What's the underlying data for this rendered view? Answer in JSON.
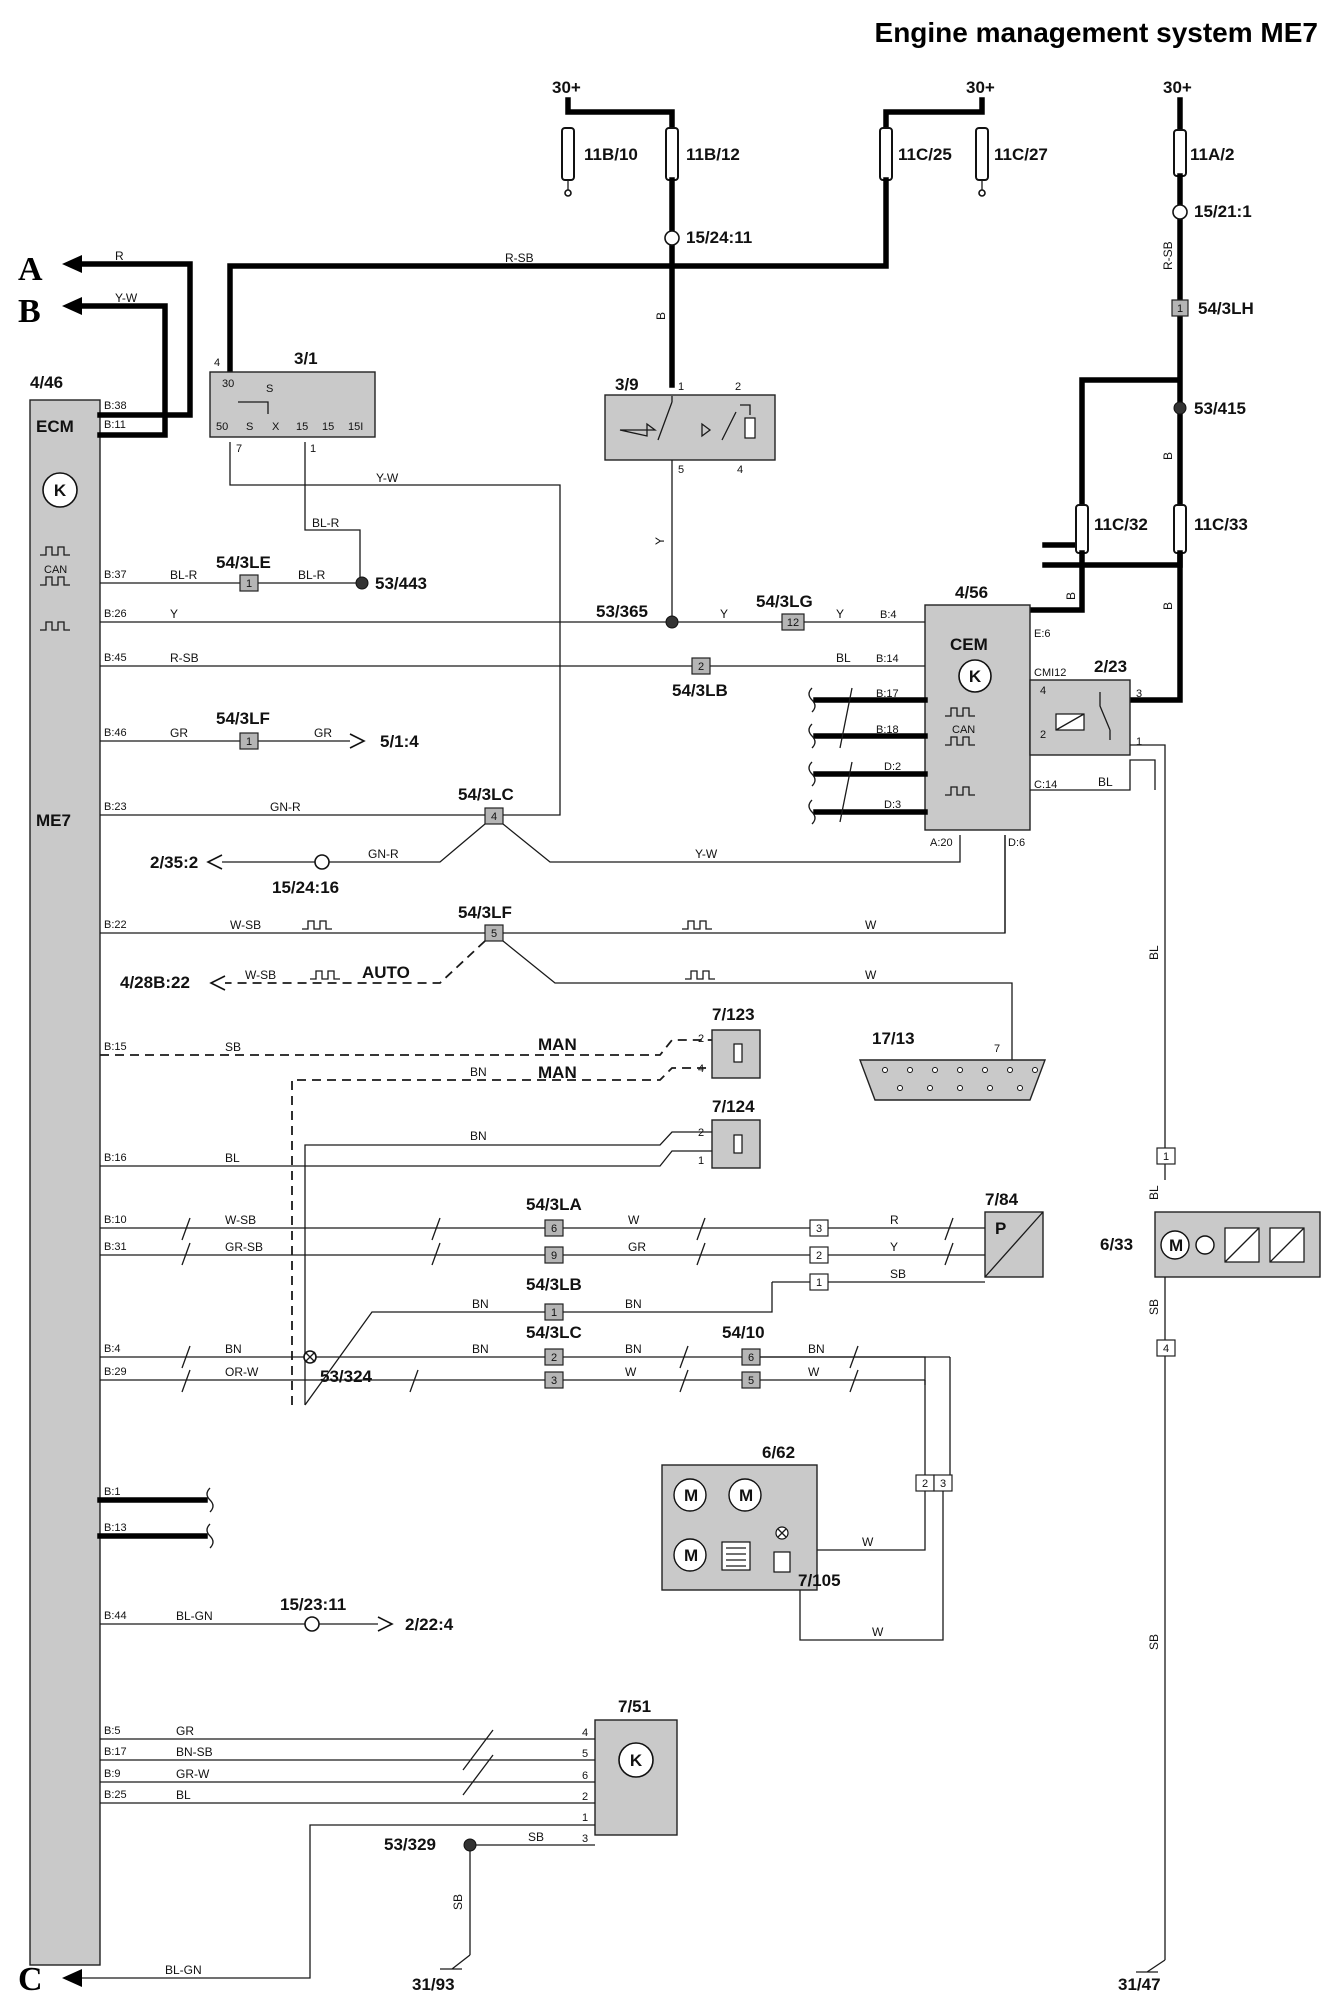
{
  "title": "Engine management system ME7",
  "connectors": {
    "a": "A",
    "b": "B",
    "c": "C"
  },
  "supply": {
    "p1": "30+",
    "p2": "30+",
    "p3": "30+"
  },
  "fuses": {
    "f11b10": "11B/10",
    "f11b12": "11B/12",
    "f11c25": "11C/25",
    "f11c27": "11C/27",
    "f11a2": "11A/2",
    "f11c32": "11C/32",
    "f11c33": "11C/33"
  },
  "ecm": {
    "ref": "4/46",
    "name": "ECM",
    "name2": "ME7",
    "pins": [
      "B:38",
      "B:11",
      "B:37",
      "B:26",
      "B:45",
      "B:46",
      "B:23",
      "B:22",
      "B:15",
      "B:16",
      "B:10",
      "B:31",
      "B:4",
      "B:29",
      "B:1",
      "B:13",
      "B:44",
      "B:5",
      "B:17",
      "B:9",
      "B:25"
    ],
    "can": "CAN"
  },
  "ign": {
    "ref": "3/1",
    "pins": [
      "30",
      "S",
      "50",
      "S",
      "X",
      "15",
      "15",
      "15I"
    ],
    "pin4": "4",
    "pin7": "7",
    "pin1": "1"
  },
  "relay39": {
    "ref": "3/9",
    "p1": "1",
    "p2": "2",
    "p5": "5",
    "p4": "4"
  },
  "cem": {
    "ref": "4/56",
    "name": "CEM",
    "pins": [
      "B:4",
      "B:14",
      "B:17",
      "B:18",
      "D:2",
      "D:3",
      "A:20",
      "D:6",
      "E:6",
      "CMI12",
      "C:14"
    ],
    "can": "CAN"
  },
  "relay223": {
    "ref": "2/23",
    "p3": "3",
    "p1": "1",
    "p4": "4",
    "p2": "2"
  },
  "splices": {
    "s3le": "54/3LE",
    "s3lf": "54/3LF",
    "s3lf2": "54/3LF",
    "s3lg": "54/3LG",
    "s3lb": "54/3LB",
    "s3lb2": "54/3LB",
    "s3lc": "54/3LC",
    "s3lc2": "54/3LC",
    "s3la": "54/3LA",
    "s3lh": "54/3LH",
    "s10": "54/10"
  },
  "nodes": {
    "n1524_11": "15/24:11",
    "n1521_1": "15/21:1",
    "n53_415": "53/415",
    "n53_443": "53/443",
    "n53_365": "53/365",
    "n1524_16": "15/24:16",
    "n53_324": "53/324",
    "n1523_11": "15/23:11",
    "n53_329": "53/329"
  },
  "refs": {
    "r5_14": "5/1:4",
    "r2_35": "2/35:2",
    "r4_28": "4/28B:22",
    "r2_22": "2/22:4",
    "g31_93": "31/93",
    "g31_47": "31/47"
  },
  "components": {
    "c7_123": "7/123",
    "c7_124": "7/124",
    "c17_13": "17/13",
    "c7_84": "7/84",
    "c6_33": "6/33",
    "c6_62": "6/62",
    "c7_105": "7/105",
    "c7_51": "7/51"
  },
  "wires": {
    "r": "R",
    "yw": "Y-W",
    "rsb": "R-SB",
    "b": "B",
    "blr": "BL-R",
    "y": "Y",
    "bl": "BL",
    "gr": "GR",
    "gnr": "GN-R",
    "wsb": "W-SB",
    "w": "W",
    "sb": "SB",
    "bn": "BN",
    "grsb": "GR-SB",
    "orw": "OR-W",
    "blgn": "BL-GN",
    "bnsb": "BN-SB",
    "grw": "GR-W"
  },
  "modes": {
    "auto": "AUTO",
    "man": "MAN"
  },
  "pinnums": {
    "one": "1",
    "two": "2",
    "three": "3",
    "four": "4",
    "five": "5",
    "six": "6",
    "seven": "7",
    "nine": "9",
    "twelve": "12"
  }
}
